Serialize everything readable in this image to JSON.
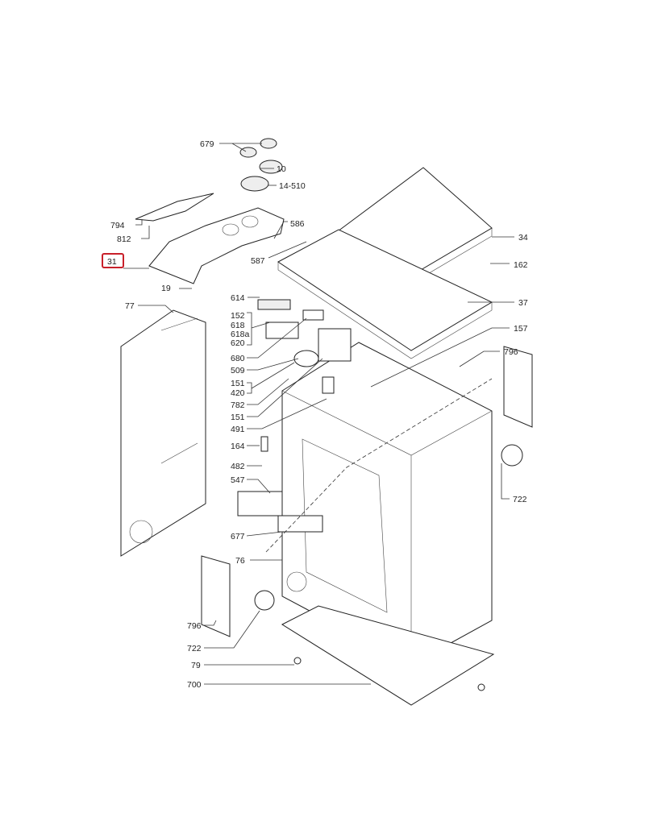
{
  "diagram": {
    "highlight_color": "#c8202a",
    "highlighted_part": "31",
    "labels": [
      "679",
      "10",
      "14-510",
      "794",
      "812",
      "31",
      "19",
      "586",
      "587",
      "34",
      "162",
      "37",
      "614",
      "77",
      "152",
      "618",
      "618a",
      "620",
      "680",
      "509",
      "151",
      "420",
      "782",
      "151",
      "491",
      "157",
      "796",
      "164",
      "482",
      "547",
      "722",
      "677",
      "76",
      "796",
      "722",
      "79",
      "700"
    ]
  }
}
